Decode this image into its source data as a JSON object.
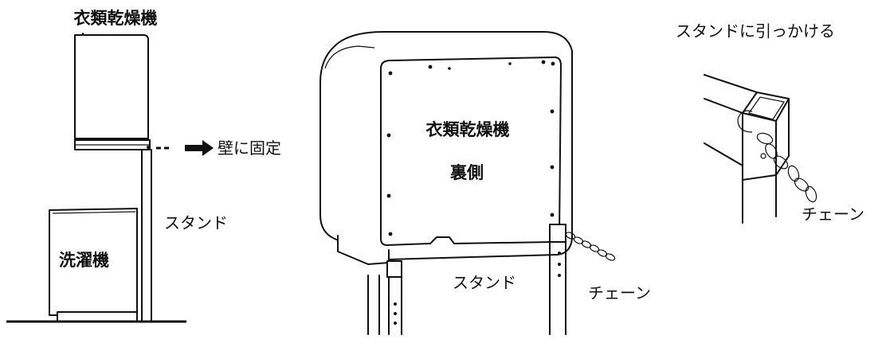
{
  "panel_left": {
    "dryer_label": "衣類乾燥機",
    "wall_fix_label": "壁に固定",
    "stand_label": "スタンド",
    "washer_label": "洗濯機"
  },
  "panel_center": {
    "dryer_label": "衣類乾燥機",
    "back_label": "裏側",
    "stand_label": "スタンド",
    "chain_label": "チェーン"
  },
  "panel_right": {
    "hook_label": "スタンドに引っかける",
    "chain_label": "チェーン"
  },
  "icons": [
    "arrow-right-icon"
  ]
}
